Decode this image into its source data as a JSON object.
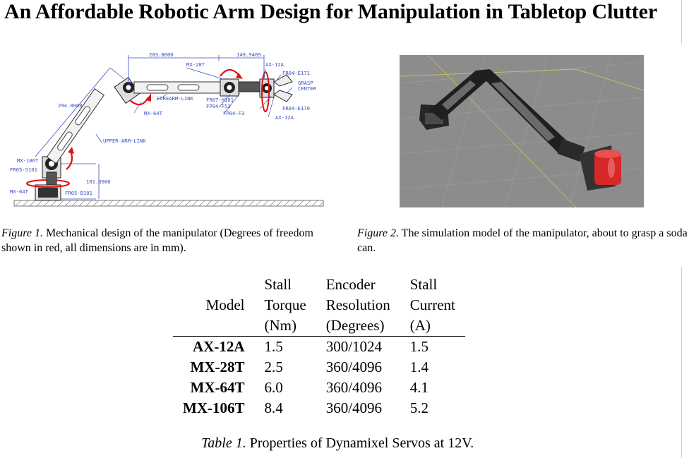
{
  "title": "An Affordable Robotic Arm Design for Manipulation in Tabletop Clutter",
  "figure1": {
    "caption_label": "Figure 1.",
    "caption_text": " Mechanical design of the manipulator (Degrees of freedom shown in red, all dimensions are in mm).",
    "labels": {
      "dim_forearm": "283.8000",
      "dim_wrist": "149.9469",
      "dim_upper": "294.0000",
      "dim_base": "101.0000",
      "mx28t": "MX-28T",
      "ax12a_top": "AX-12A",
      "fr04_e171": "FR04-E171",
      "grasp": "GRASP",
      "center": "CENTER",
      "forearm_link": "FOREARM-LINK",
      "fr07_h101": "FR07-H101",
      "fp04_f53": "FP04-F53",
      "fp04_f3": "FP04-F3",
      "fr04_e170": "FR04-E170",
      "ax12a_bot": "AX-12A",
      "mx64t_elbow": "MX-64T",
      "upper_arm_link": "UPPER-ARM-LINK",
      "mx106t": "MX-106T",
      "fr05_s101": "FR05-S101",
      "mx64t_base": "MX-64T",
      "fr05_b101": "FR05-B101"
    }
  },
  "figure2": {
    "caption_label": "Figure 2.",
    "caption_text": " The simulation model of the manipulator, about to grasp a soda can."
  },
  "table": {
    "headers": [
      [
        "",
        "Stall",
        "Encoder",
        "Stall"
      ],
      [
        "Model",
        "Torque",
        "Resolution",
        "Current"
      ],
      [
        "",
        "(Nm)",
        "(Degrees)",
        "(A)"
      ]
    ],
    "rows": [
      {
        "model": "AX-12A",
        "torque": "1.5",
        "resolution": "300/1024",
        "current": "1.5"
      },
      {
        "model": "MX-28T",
        "torque": "2.5",
        "resolution": "360/4096",
        "current": "1.4"
      },
      {
        "model": "MX-64T",
        "torque": "6.0",
        "resolution": "360/4096",
        "current": "4.1"
      },
      {
        "model": "MX-106T",
        "torque": "8.4",
        "resolution": "360/4096",
        "current": "5.2"
      }
    ],
    "caption_label": "Table 1.",
    "caption_text": " Properties of Dynamixel Servos at 12V."
  },
  "colors": {
    "dimension_blue": "#3a4fc4",
    "dof_red": "#e01010",
    "sim_background": "#8c8c8c",
    "can_red": "#d62828"
  }
}
